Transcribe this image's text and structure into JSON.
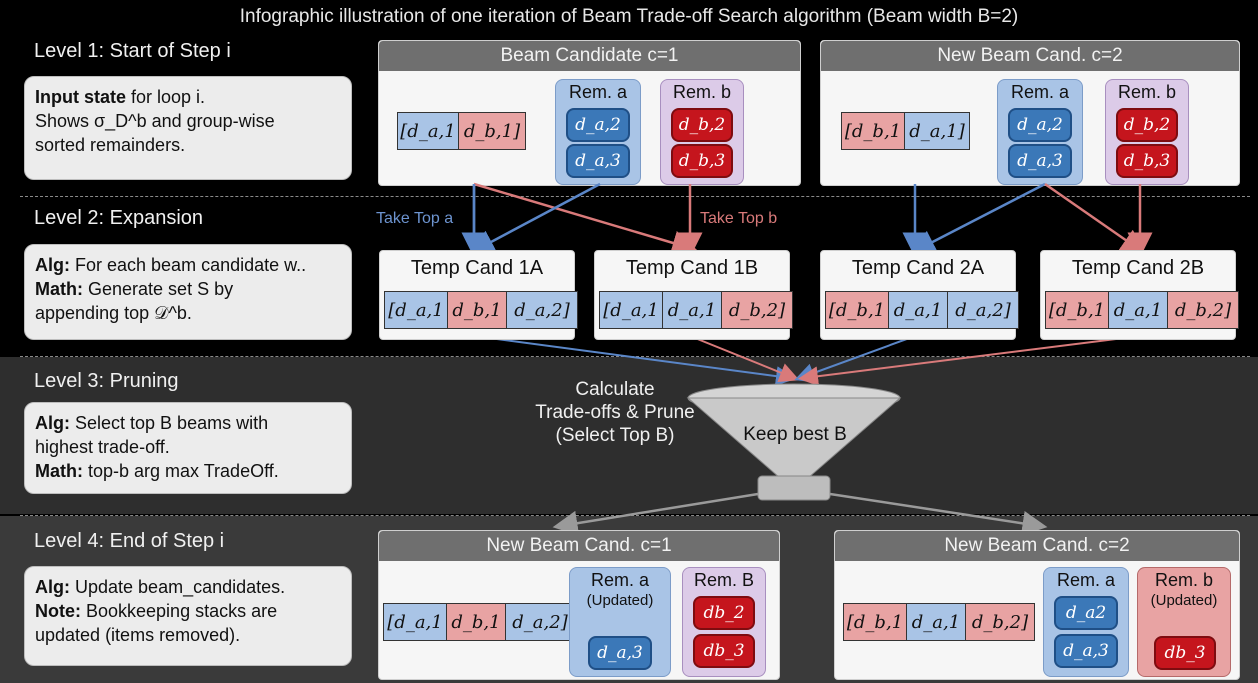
{
  "title": "Infographic illustration of one iteration of  Beam Trade-off Search algorithm (Beam width B=2)",
  "levels": [
    {
      "heading": "Level 1: Start of Step i",
      "desc_bold1": "Input state",
      "desc_rest1": " for loop i.",
      "desc_line2": "Shows σ_D^b and group-wise",
      "desc_line3": "sorted remainders."
    },
    {
      "heading": "Level 2: Expansion",
      "desc_bold1": "Alg:",
      "desc_rest1": " For each beam candidate w..",
      "desc_bold2": "Math:",
      "desc_rest2": " Generate set S by",
      "desc_line3": "appending top 𝒟^b."
    },
    {
      "heading": "Level 3: Pruning",
      "desc_bold1": "Alg:",
      "desc_rest1": " Select top B beams with",
      "desc_line2": "highest trade-off.",
      "desc_bold3": "Math:",
      "desc_rest3": " top-b arg max TradeOff."
    },
    {
      "heading": "Level 4: End of Step i",
      "desc_bold1": "Alg:",
      "desc_rest1": " Update beam_candidates.",
      "desc_bold2": "Note:",
      "desc_rest2": " Bookkeeping stacks are",
      "desc_line3": "updated (items removed)."
    }
  ],
  "level1": {
    "card1": {
      "header": "Beam Candidate c=1",
      "seq": [
        "[d_a,1",
        "d_b,1]"
      ],
      "rem_a": {
        "title": "Rem. a",
        "items": [
          "d_a,2",
          "d_a,3"
        ]
      },
      "rem_b": {
        "title": "Rem. b",
        "items": [
          "d_b,2",
          "d_b,3"
        ]
      }
    },
    "card2": {
      "header": "New Beam Cand. c=2",
      "seq": [
        "[d_b,1",
        "d_a,1]"
      ],
      "rem_a": {
        "title": "Rem. a",
        "items": [
          "d_a,2",
          "d_a,3"
        ]
      },
      "rem_b": {
        "title": "Rem. b",
        "items": [
          "d_b,2",
          "d_b,3"
        ]
      }
    }
  },
  "arrows": {
    "take_a": "Take Top a",
    "take_b": "Take Top b"
  },
  "temps": [
    {
      "title": "Temp Cand 1A",
      "seq": [
        "[d_a,1",
        "d_b,1",
        "d_a,2]"
      ]
    },
    {
      "title": "Temp Cand 1B",
      "seq": [
        "[d_a,1",
        "d_a,1",
        "d_b,2]"
      ]
    },
    {
      "title": "Temp Cand 2A",
      "seq": [
        "[d_b,1",
        "d_a,1",
        "d_a,2]"
      ]
    },
    {
      "title": "Temp Cand 2B",
      "seq": [
        "[d_b,1",
        "d_a,1",
        "d_b,2]"
      ]
    }
  ],
  "funnel": {
    "label1": "Calculate",
    "label2": "Trade-offs & Prune",
    "label3": "(Select Top B)",
    "keep": "Keep best B"
  },
  "level4": {
    "card1": {
      "header": "New Beam Cand. c=1",
      "seq": [
        "[d_a,1",
        "d_b,1",
        "d_a,2]"
      ],
      "rem_a": {
        "title": "Rem. a",
        "sub": "(Updated)",
        "items": [
          "d_a,3"
        ]
      },
      "rem_b": {
        "title": "Rem. B",
        "items": [
          "db_2",
          "db_3"
        ]
      }
    },
    "card2": {
      "header": "New Beam Cand. c=2",
      "seq": [
        "[d_b,1",
        "d_a,1",
        "d_b,2]"
      ],
      "rem_a": {
        "title": "Rem. a",
        "items": [
          "d_a2",
          "d_a,3"
        ]
      },
      "rem_b": {
        "title": "Rem. b",
        "sub": "(Updated)",
        "items": [
          "db_3"
        ]
      }
    }
  },
  "colors": {
    "blue": "#3b78b8",
    "red": "#c5151d",
    "blue_light": "#a9c4e6",
    "red_light": "#e8a3a3",
    "arrow_blue": "#5a86c8",
    "arrow_red": "#d97a7a"
  }
}
